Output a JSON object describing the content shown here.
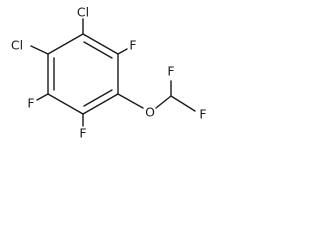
{
  "molecule": {
    "atoms": {
      "cl_top": "Cl",
      "cl_left": "Cl",
      "f_ring_right": "F",
      "f_ring_left": "F",
      "f_ring_bottom": "F",
      "oxygen": "O",
      "f_chain_left": "F",
      "f_chain_right": "F"
    },
    "colors": {
      "ink": "#1a1a1a",
      "background": "#ffffff"
    }
  }
}
